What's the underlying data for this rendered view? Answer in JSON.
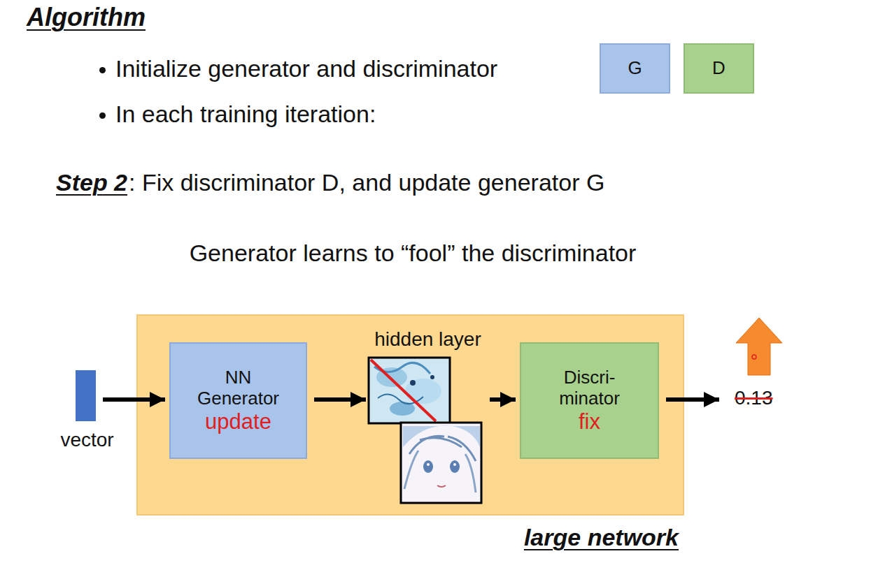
{
  "diagram": {
    "title": "Algorithm",
    "nodes": [
      {
        "text": [
          "G"
        ]
      },
      {
        "text": [
          "D"
        ]
      },
      {
        "text": [
          "vector"
        ]
      },
      {
        "text": [
          "large network"
        ]
      },
      {
        "text": [
          "NN Generator",
          "update"
        ],
        "in": 3
      },
      {
        "text": [
          "hidden layer"
        ],
        "in": 3
      },
      {
        "text": [
          "Discri- minator",
          "fix"
        ],
        "in": 3
      }
    ],
    "edges": [
      {
        "from": 2,
        "to": 4,
        "arrow": "to"
      },
      {
        "from": 4,
        "to": 5,
        "arrow": "to"
      },
      {
        "from": 5,
        "to": 6,
        "arrow": "to"
      }
    ],
    "labels": [
      "Initialize generator and discriminator",
      "In each training iteration:",
      "Step 2",
      ": Fix discriminator D, and update generator G",
      "Generator learns to “fool” the discriminator",
      "0.13"
    ]
  }
}
